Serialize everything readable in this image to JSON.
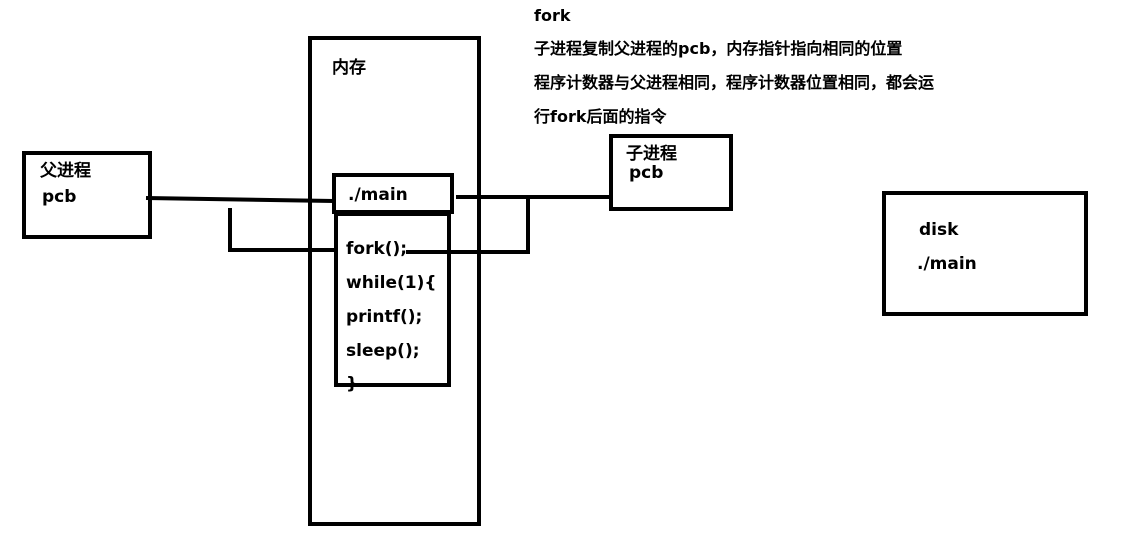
{
  "notes": {
    "title": "fork",
    "line1": "子进程复制父进程的pcb，内存指针指向相同的位置",
    "line2": "程序计数器与父进程相同，程序计数器位置相同，都会运",
    "line3": "行fork后面的指令"
  },
  "parent_process": {
    "label": "父进程",
    "pcb": "pcb"
  },
  "child_process": {
    "label": "子进程",
    "pcb": "pcb"
  },
  "memory": {
    "label": "内存",
    "program": "./main",
    "code": [
      "fork();",
      "while(1){",
      "printf();",
      "sleep();",
      "}"
    ]
  },
  "disk": {
    "label": "disk",
    "file": "./main"
  }
}
